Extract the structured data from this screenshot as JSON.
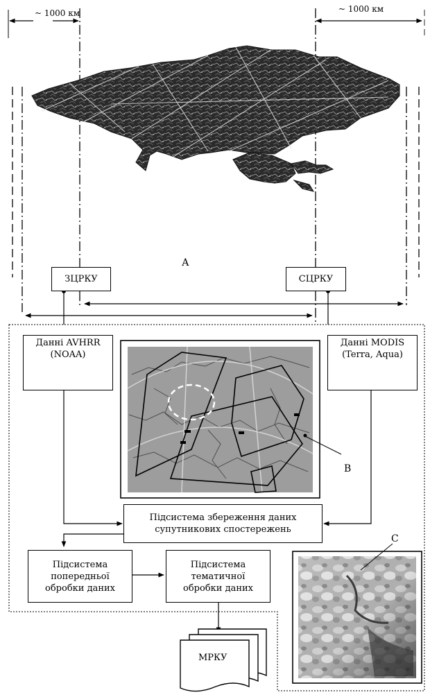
{
  "distance_labels": {
    "left": "~ 1000 км",
    "right": "~ 1000 км"
  },
  "labels": {
    "a": "А",
    "b": "В",
    "c": "С"
  },
  "stations": {
    "west": "ЗЦРКУ",
    "east": "СЦРКУ"
  },
  "sources": {
    "avhrr": {
      "line1": "Данні AVHRR",
      "line2": "(NOAA)"
    },
    "modis": {
      "line1": "Данні MODIS",
      "line2": "(Terra, Aqua)"
    }
  },
  "storage": {
    "line1": "Підсистема збереження даних",
    "line2": "супутникових спостережень"
  },
  "preprocessing": {
    "line1": "Підсистема",
    "line2": "попередньої",
    "line3": "обробки даних"
  },
  "thematic": {
    "line1": "Підсистема",
    "line2": "тематичної",
    "line3": "обробки даних"
  },
  "output": {
    "label": "МРКУ"
  }
}
